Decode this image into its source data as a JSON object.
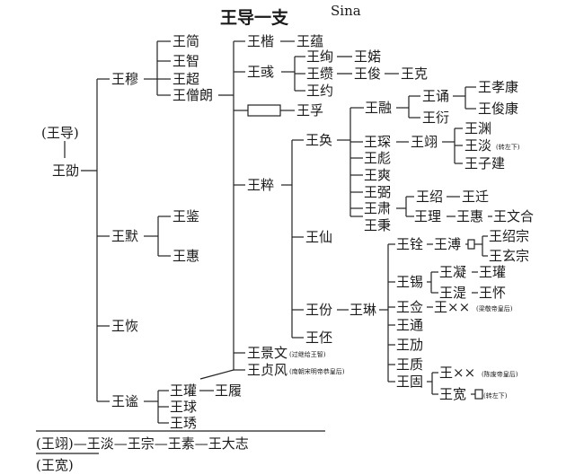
{
  "title": "王导一支",
  "nodes": {
    "wangdao": "(王导)",
    "wangshao": "王劭",
    "mu": "王穆",
    "mo": "王默",
    "hui_l1": "王恢",
    "yi": "王谧",
    "jian": "王简",
    "zhi": "王智",
    "chao": "王超",
    "senglang": "王僧朗",
    "kai": "王楷",
    "yun": "王蕴",
    "yu": "王彧",
    "xun": "王绚",
    "zha": "王婼",
    "zuan": "王缵",
    "jun": "王俊",
    "ke": "王克",
    "yue": "王约",
    "fu": "王孚",
    "cui": "王粹",
    "jingwen": "王景文",
    "jingwen_note": "(过继给王智)",
    "zhenfeng": "王贞风",
    "zhenfeng_note": "(南朝宋明帝恭皇后)",
    "rong": "王融",
    "yong": "王诵",
    "xiaokang": "王孝康",
    "yan_a": "王衍",
    "junkang": "王俊康",
    "huan": "王奂",
    "shen": "王琛",
    "xu_a": "王翊",
    "yuan": "王渊",
    "dan_a": "王淡",
    "dan_a_note": "(转左下)",
    "zijian": "王子建",
    "biao": "王彪",
    "shuang": "王爽",
    "bi": "王弼",
    "su": "王肃",
    "bing": "王秉",
    "shao": "王绍",
    "qian": "王迁",
    "li_a": "王理",
    "hui_a": "王惠",
    "wenhe": "王文合",
    "xian": "王仙",
    "fen": "王份",
    "lin": "王琳",
    "pi": "王伾",
    "quan": "王铨",
    "pu": "王溥",
    "shaozong": "王绍宗",
    "xuanzong": "王玄宗",
    "xi": "王锡",
    "ning": "王凝",
    "guan": "王瓘",
    "ti": "王湜",
    "huai": "王怀",
    "qian2": "王佥",
    "xx1": "王××",
    "xx1_note": "(梁敬帝皇后)",
    "tong": "王通",
    "xie": "王劢",
    "zhi2": "王质",
    "gu": "王固",
    "xx2": "王××",
    "xx2_note": "(陈废帝皇后)",
    "kuan": "王宽",
    "kuan_note": "(转左下)",
    "jian2": "王鉴",
    "hui_b": "王惠",
    "guan2": "王瓘",
    "lv": "王履",
    "qiu": "王球",
    "xiu": "王琇"
  },
  "bottom_line_1": "(王翊)—王淡—王宗—王素—王大志",
  "bottom_line_2": "(王宽)",
  "watermark": "Sina"
}
